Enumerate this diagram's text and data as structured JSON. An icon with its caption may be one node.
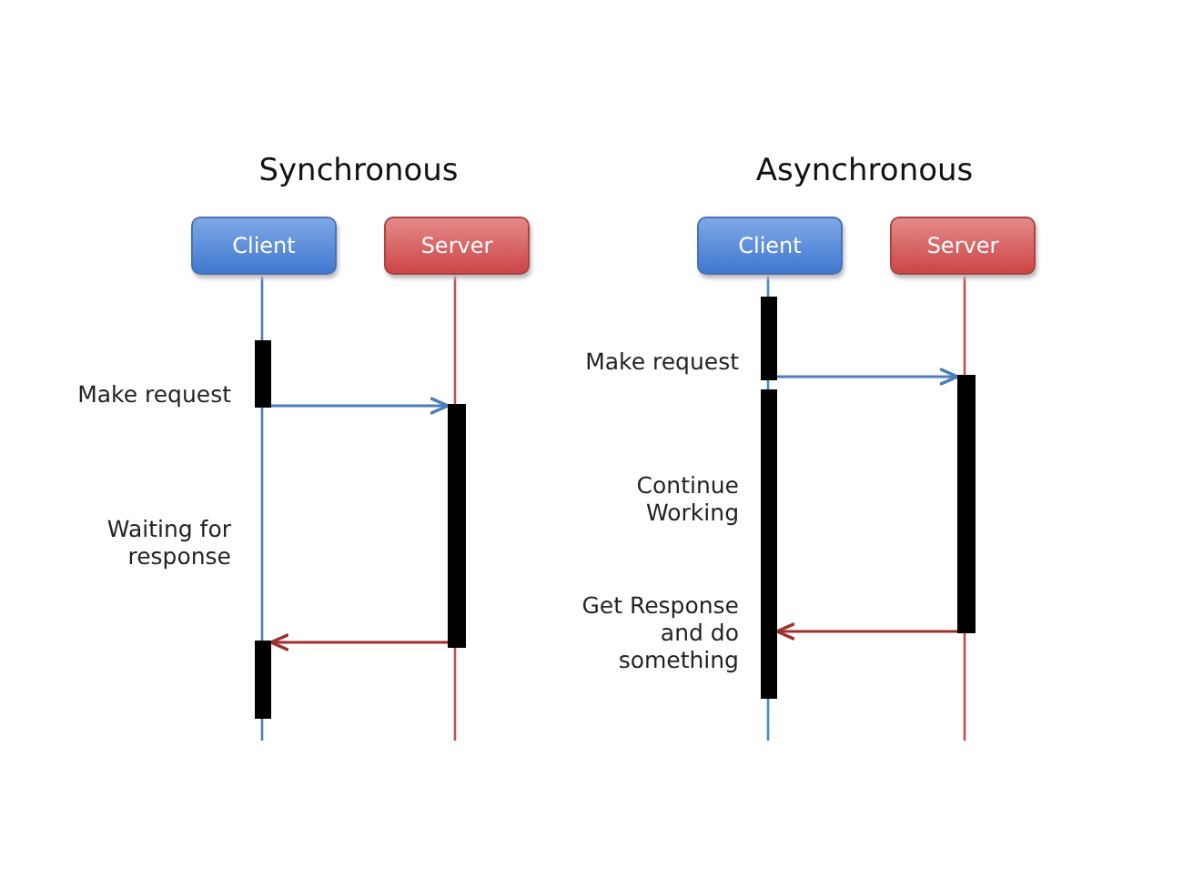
{
  "diagram": {
    "nodes": [
      {
        "text": [
          "Client"
        ]
      },
      {
        "text": [
          "Server"
        ]
      },
      {
        "text": [],
        "shape": "bar"
      },
      {
        "text": [],
        "shape": "bar"
      },
      {
        "text": [],
        "shape": "bar"
      },
      {
        "text": [
          "Client"
        ]
      },
      {
        "text": [
          "Server"
        ]
      },
      {
        "text": [],
        "shape": "bar"
      },
      {
        "text": [],
        "shape": "bar"
      },
      {
        "text": [],
        "shape": "bar"
      }
    ],
    "edges": [
      {
        "from": 2,
        "to": 3,
        "arrow": "to",
        "color": "#4a7ebb"
      },
      {
        "from": 3,
        "to": 4,
        "arrow": "to",
        "color": "#a0302e"
      },
      {
        "from": 7,
        "to": 9,
        "arrow": "to",
        "color": "#4a7ebb"
      },
      {
        "from": 9,
        "to": 8,
        "arrow": "to",
        "color": "#a0302e"
      }
    ],
    "labels": [
      "Synchronous",
      "Asynchronous",
      "Make request",
      "Waiting for response",
      "Make request",
      "Continue Working",
      "Get Response and do something"
    ]
  }
}
